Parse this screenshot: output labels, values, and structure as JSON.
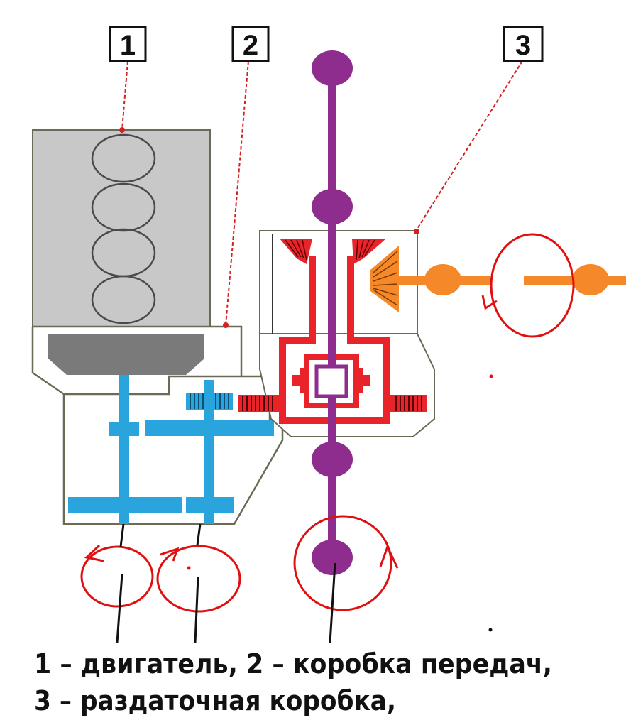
{
  "callouts": {
    "engine": "1",
    "gearbox": "2",
    "transfer_case": "3"
  },
  "caption": {
    "line1": "1 – двигатель, 2 – коробка передач,",
    "line2": "3 – раздаточная коробка,"
  },
  "colors": {
    "engine_body": "#c8c8c8",
    "gearbox_gears": "#2aa4dc",
    "transfer_case": "#e8232a",
    "driveshaft": "#8e2d8e",
    "front_axle_shaft": "#f5892a",
    "rotation_marks": "#e01010",
    "leader_lines": "#d42020"
  }
}
